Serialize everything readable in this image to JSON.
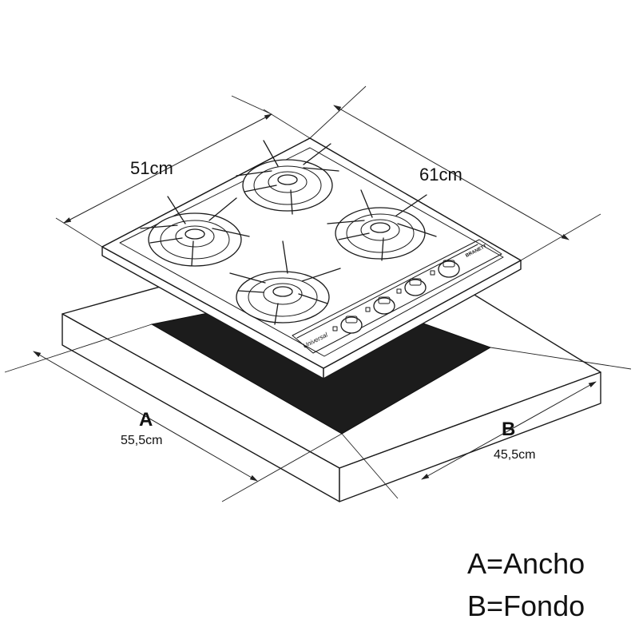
{
  "dimensions": {
    "top_width": "51cm",
    "top_depth": "61cm",
    "cutout_a_letter": "A",
    "cutout_a_value": "55,5cm",
    "cutout_b_letter": "B",
    "cutout_b_value": "45,5cm"
  },
  "legend": {
    "line_a": "A=Ancho",
    "line_b": "B=Fondo"
  },
  "branding": {
    "logo_script": "Universal",
    "badge": "BRANETT"
  },
  "colors": {
    "line": "#1a1a1a",
    "cutout": "#1c1c1c",
    "background": "#ffffff"
  }
}
